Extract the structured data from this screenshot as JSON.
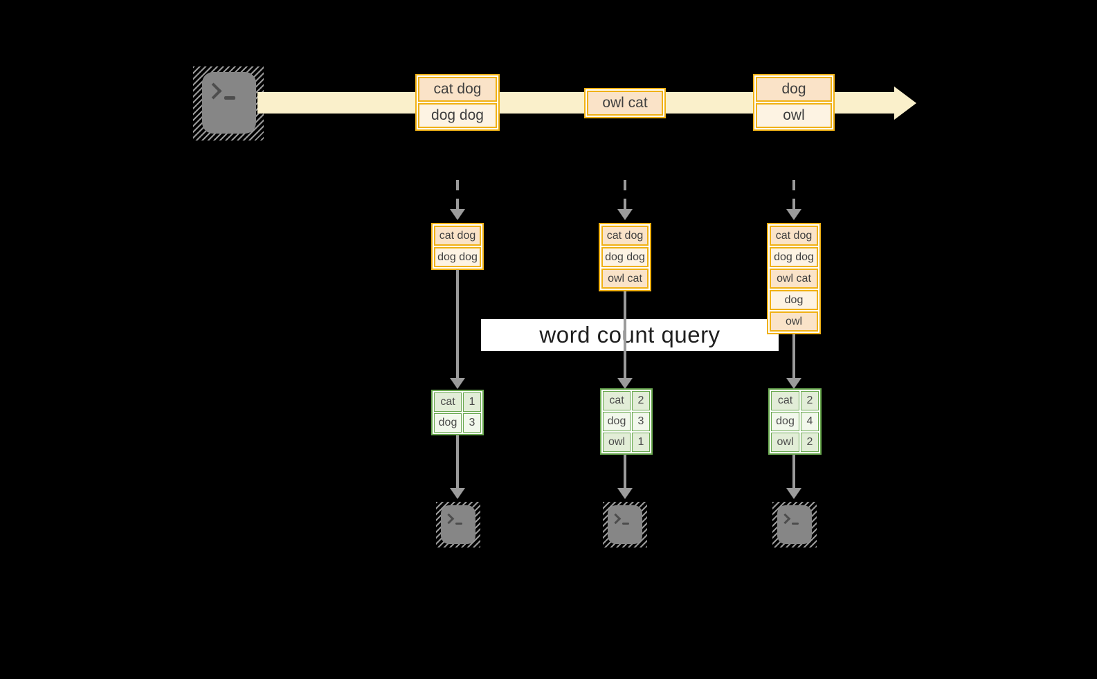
{
  "diagram": {
    "query_label": "word count query",
    "stream_events": [
      {
        "rows": [
          "cat dog",
          "dog dog"
        ]
      },
      {
        "rows": [
          "owl cat"
        ]
      },
      {
        "rows": [
          "dog",
          "owl"
        ]
      }
    ],
    "pipelines": [
      {
        "buffer": [
          "cat dog",
          "dog dog"
        ],
        "counts": [
          [
            "cat",
            "1"
          ],
          [
            "dog",
            "3"
          ]
        ]
      },
      {
        "buffer": [
          "cat dog",
          "dog dog",
          "owl cat"
        ],
        "counts": [
          [
            "cat",
            "2"
          ],
          [
            "dog",
            "3"
          ],
          [
            "owl",
            "1"
          ]
        ]
      },
      {
        "buffer": [
          "cat dog",
          "dog dog",
          "owl cat",
          "dog",
          "owl"
        ],
        "counts": [
          [
            "cat",
            "2"
          ],
          [
            "dog",
            "4"
          ],
          [
            "owl",
            "2"
          ]
        ]
      }
    ],
    "colors": {
      "gold_border": "#F0B114",
      "peach_fill": "#FAE3C8",
      "cream_fill": "#FDF3E3",
      "stream_fill": "#FAF0CB",
      "green_border": "#69A84F",
      "green_tint": "#E2EDD7",
      "green_light": "#F2F8EC",
      "arrow_gray": "#9B9B9B",
      "terminal_gray": "#868686"
    }
  }
}
